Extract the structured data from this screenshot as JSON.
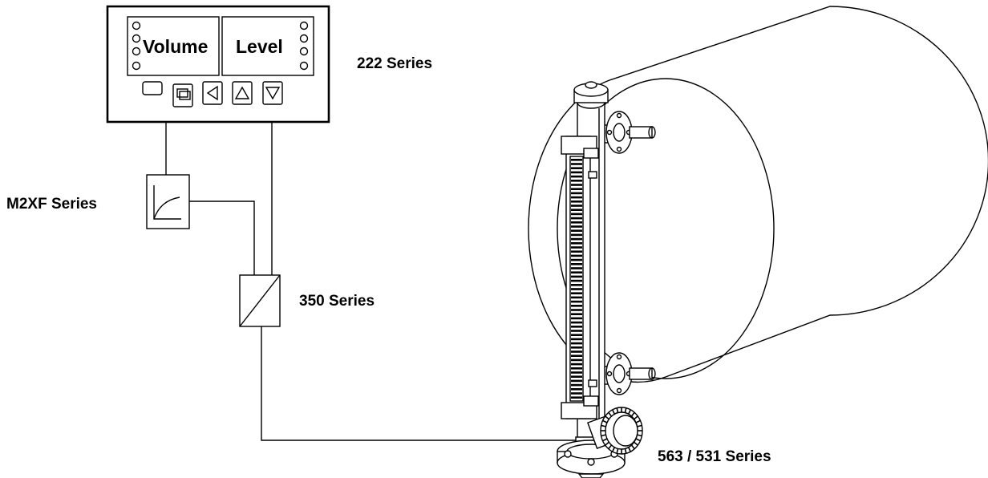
{
  "controller": {
    "display_left": "Volume",
    "display_right": "Level",
    "series_label": "222 Series"
  },
  "linearizer": {
    "series_label": "M2XF Series"
  },
  "transmitter": {
    "series_label": "350 Series"
  },
  "level_gauge": {
    "series_label": "563 / 531 Series"
  },
  "colors": {
    "line": "#000000",
    "background": "#ffffff"
  }
}
